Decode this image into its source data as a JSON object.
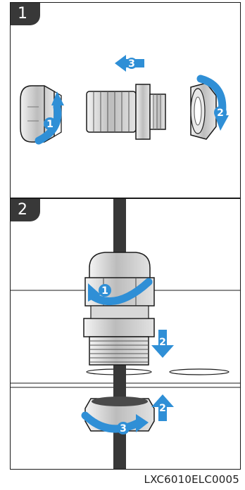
{
  "steps": [
    {
      "number": "1",
      "arrows": [
        "1",
        "2",
        "3"
      ]
    },
    {
      "number": "2",
      "arrows": [
        "1",
        "2",
        "3",
        "2"
      ]
    }
  ],
  "doc_code": "LXC6010ELC0005",
  "colors": {
    "accent": "#2f8fd6",
    "badge": "#383838",
    "line": "#1a1a1a",
    "part": "#cfcfcf"
  },
  "icons": [
    "cap-nut",
    "gland-body",
    "lock-nut",
    "cable",
    "rotate-arrow",
    "move-arrow"
  ]
}
